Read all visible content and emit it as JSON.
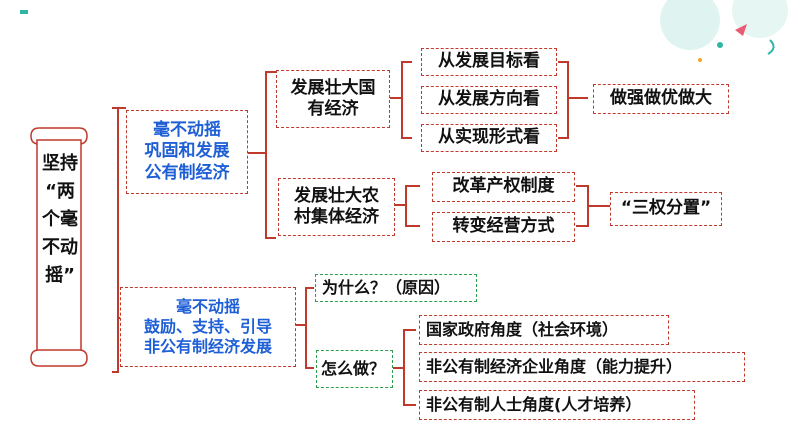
{
  "root": {
    "lines": [
      "坚持",
      "“两",
      "个毫",
      "不动",
      "摇”"
    ]
  },
  "branch_public": {
    "lines": [
      "毫不动摇",
      "巩固和发展",
      "公有制经济"
    ]
  },
  "branch_nonpublic": {
    "lines": [
      "毫不动摇",
      "鼓励、支持、引导",
      "非公有制经济发展"
    ]
  },
  "state_economy": {
    "lines": [
      "发展壮大国",
      "有经济"
    ]
  },
  "collective_economy": {
    "lines": [
      "发展壮大农",
      "村集体经济"
    ]
  },
  "state_perspectives": [
    "从发展目标看",
    "从发展方向看",
    "从实现形式看"
  ],
  "state_result": "做强做优做大",
  "collective_items": [
    "改革产权制度",
    "转变经营方式"
  ],
  "collective_result": "“三权分置”",
  "why": "为什么？（原因）",
  "how": "怎么做？",
  "how_items": [
    "国家政府角度（社会环境）",
    "非公有制经济企业角度（能力提升）",
    "非公有制人士角度(人才培养）"
  ],
  "colors": {
    "line": "#c0392b",
    "blue_text": "#1f5fd6",
    "green_border": "#2e9e4a"
  }
}
